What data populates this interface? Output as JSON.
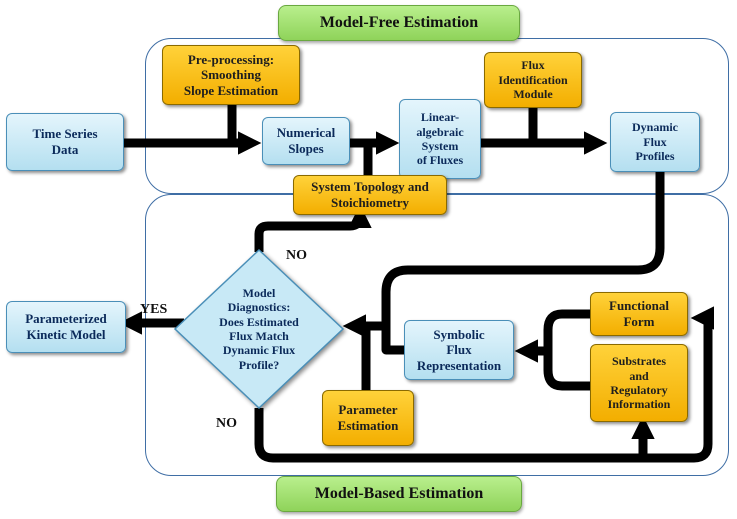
{
  "banners": {
    "model_free": "Model-Free Estimation",
    "model_based": "Model-Based Estimation"
  },
  "nodes": {
    "time_series": "Time Series\nData",
    "preprocessing": "Pre-processing:\nSmoothing\nSlope Estimation",
    "numerical_slopes": "Numerical\nSlopes",
    "linear_algebraic": "Linear-\nalgebraic\nSystem\nof Fluxes",
    "flux_identification": "Flux\nIdentification\nModule",
    "dynamic_flux_profiles": "Dynamic\nFlux\nProfiles",
    "system_topology": "System Topology and\nStoichiometry",
    "model_diagnostics": "Model\nDiagnostics:\nDoes Estimated\nFlux Match\nDynamic Flux\nProfile?",
    "parameterized_model": "Parameterized\nKinetic Model",
    "symbolic_flux": "Symbolic\nFlux\nRepresentation",
    "parameter_estimation": "Parameter\nEstimation",
    "functional_form": "Functional\nForm",
    "substrates": "Substrates\nand\nRegulatory\nInformation"
  },
  "labels": {
    "no_top": "NO",
    "yes": "YES",
    "no_bottom": "NO"
  },
  "colors": {
    "arrow": "#000000",
    "panel_border": "#3f6ea5",
    "banner_fill": "#a4e170",
    "blue_box": "#c6e8f5",
    "orange_box": "#fbbd14"
  }
}
